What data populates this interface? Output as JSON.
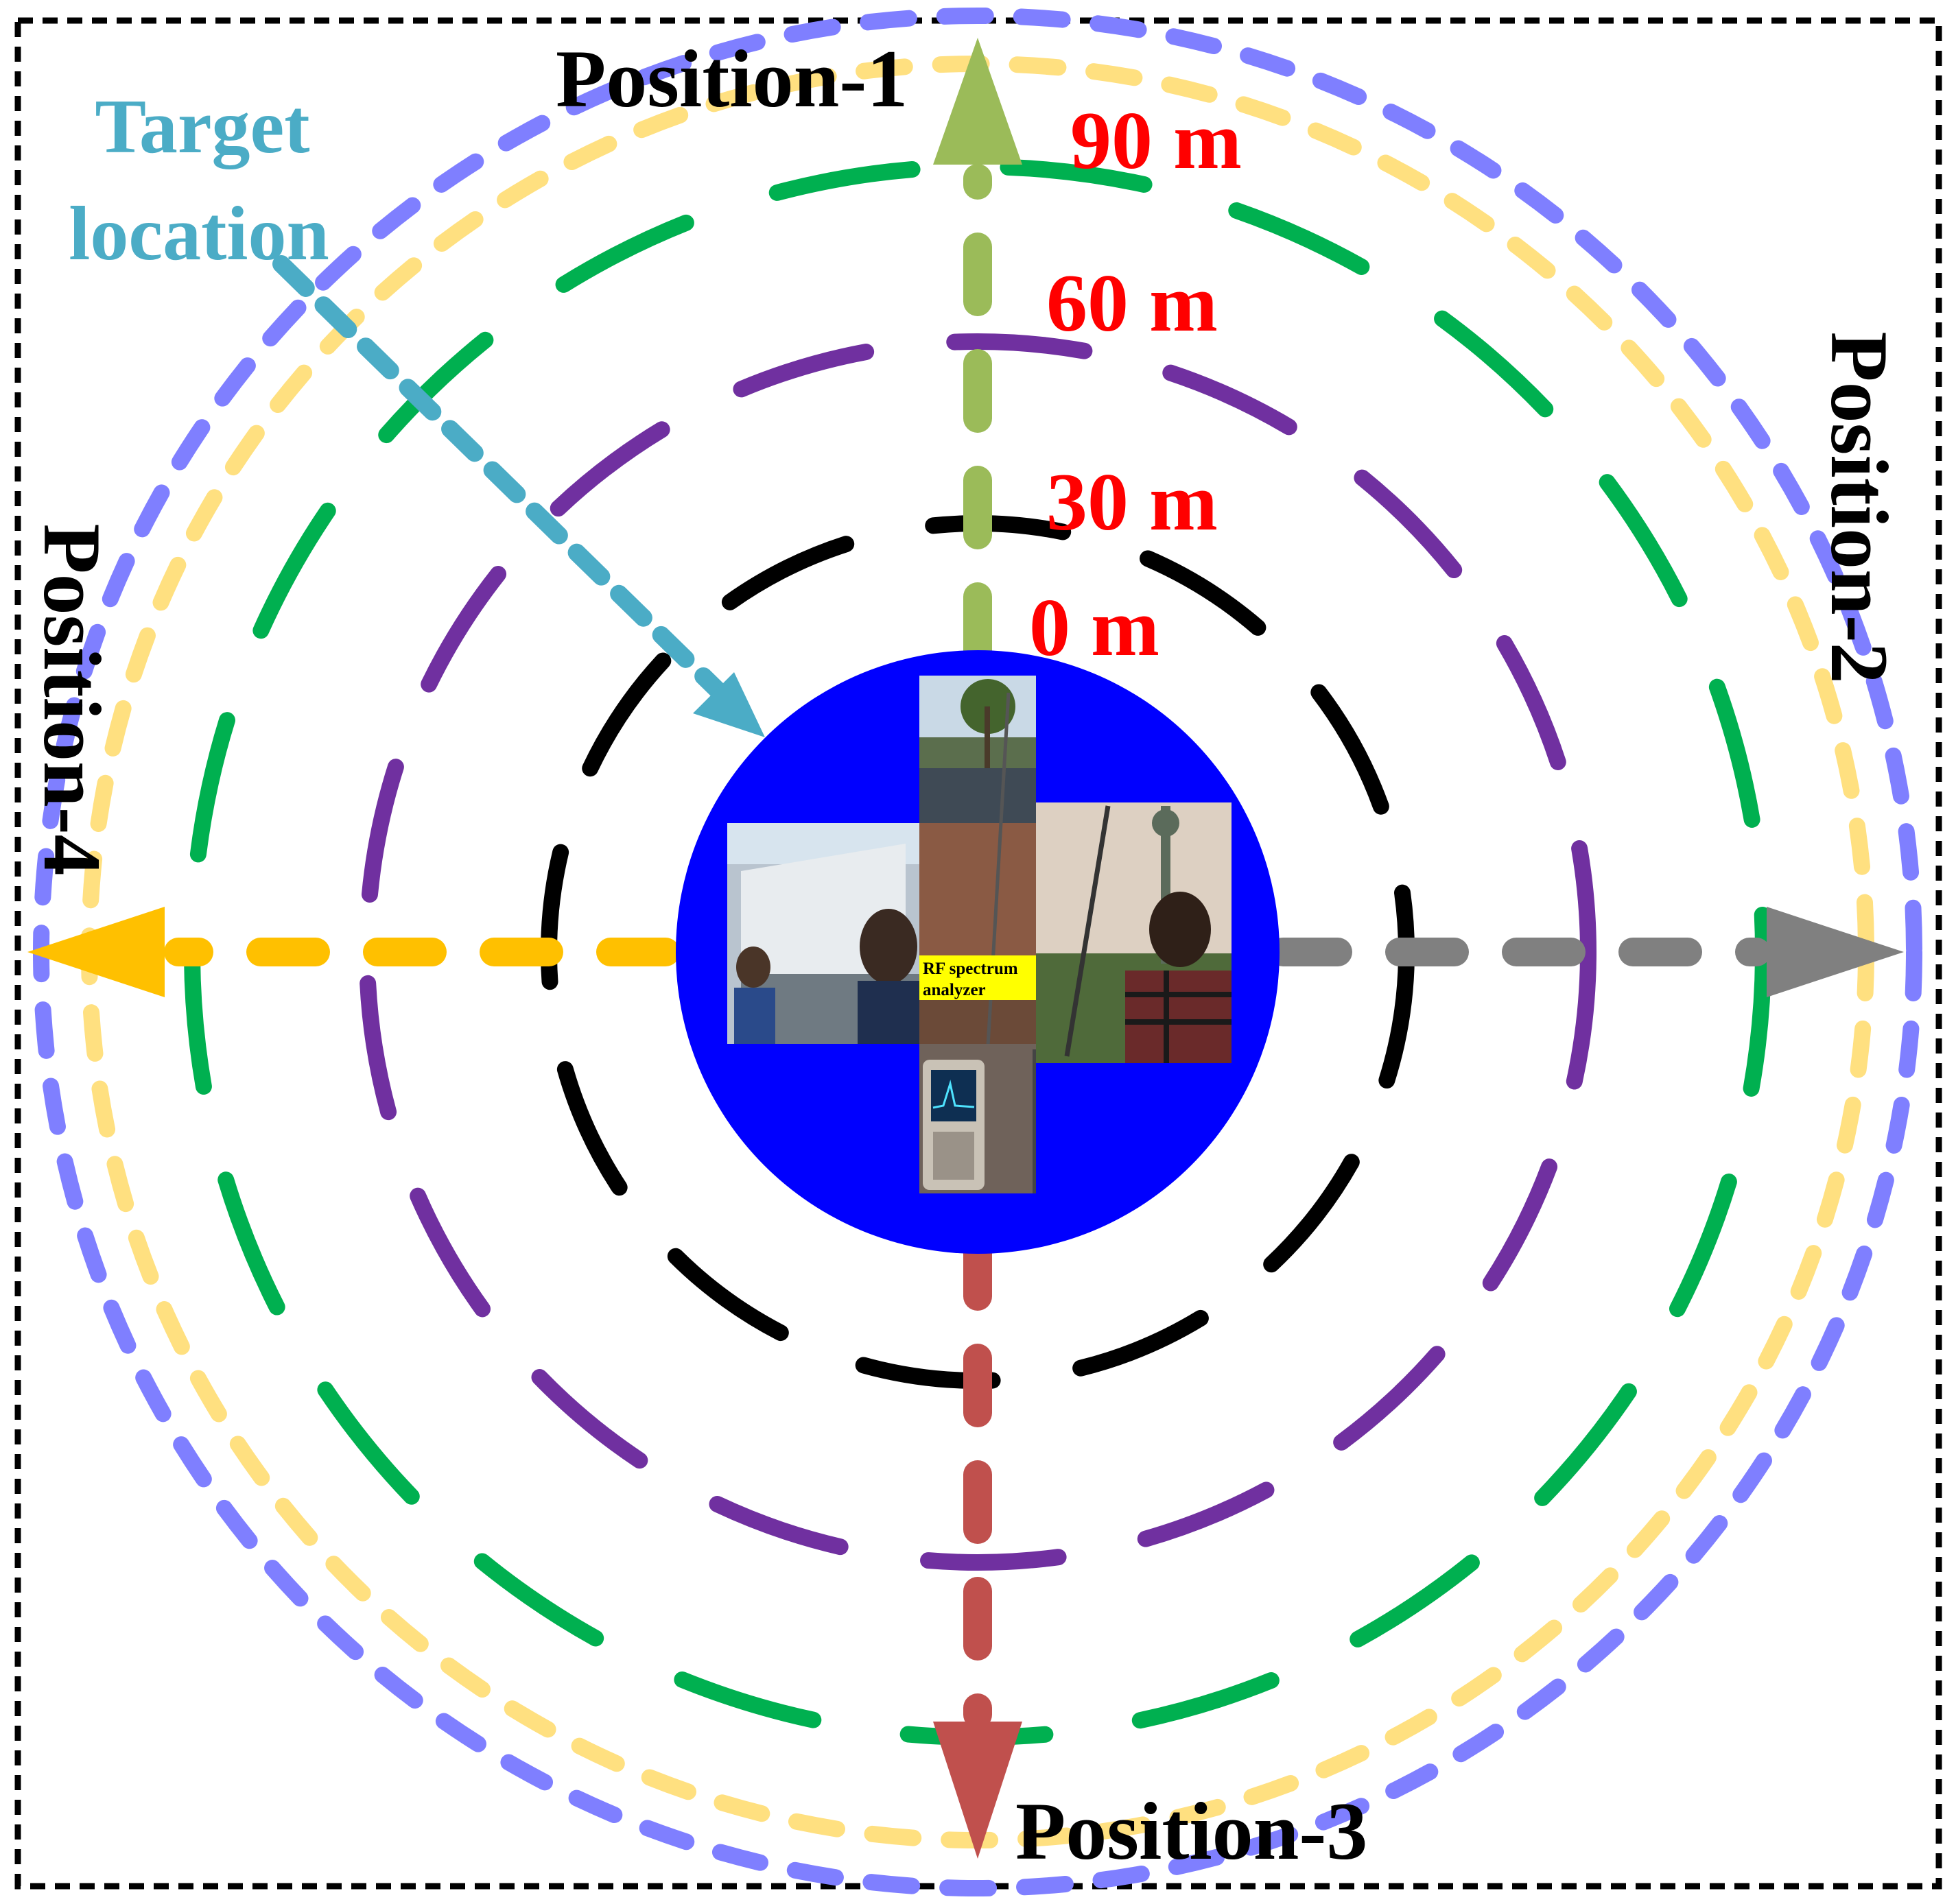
{
  "labels": {
    "position_1": "Position-1",
    "position_2": "Position-2",
    "position_3": "Position-3",
    "position_4": "Position-4",
    "target_line1": "Target",
    "target_line2": "location",
    "ring_90": "90 m",
    "ring_60": "60 m",
    "ring_30": "30 m",
    "ring_0": "0 m",
    "analyzer_line1": "RF spectrum",
    "analyzer_line2": "analyzer"
  },
  "colors": {
    "frame": "#000000",
    "center_disc": "#0000ff",
    "ring_30": "#000000",
    "ring_60": "#7030a0",
    "ring_90": "#00b050",
    "ring_outer_yellow": "#ffe080",
    "ring_outer_blue": "#7f7fff",
    "arrow_position_1": "#9bbb59",
    "arrow_position_2": "#808080",
    "arrow_position_3": "#c0504d",
    "arrow_position_4": "#ffc000",
    "target_arrow": "#4bacc6",
    "distance_text": "#ff0000",
    "target_text": "#4bacc6",
    "analyzer_label_bg": "#ffff00"
  },
  "photos": [
    "photo-field-site-trees",
    "photo-building-selfie",
    "photo-mast-selfie",
    "photo-spectrum-analyzer-device"
  ]
}
